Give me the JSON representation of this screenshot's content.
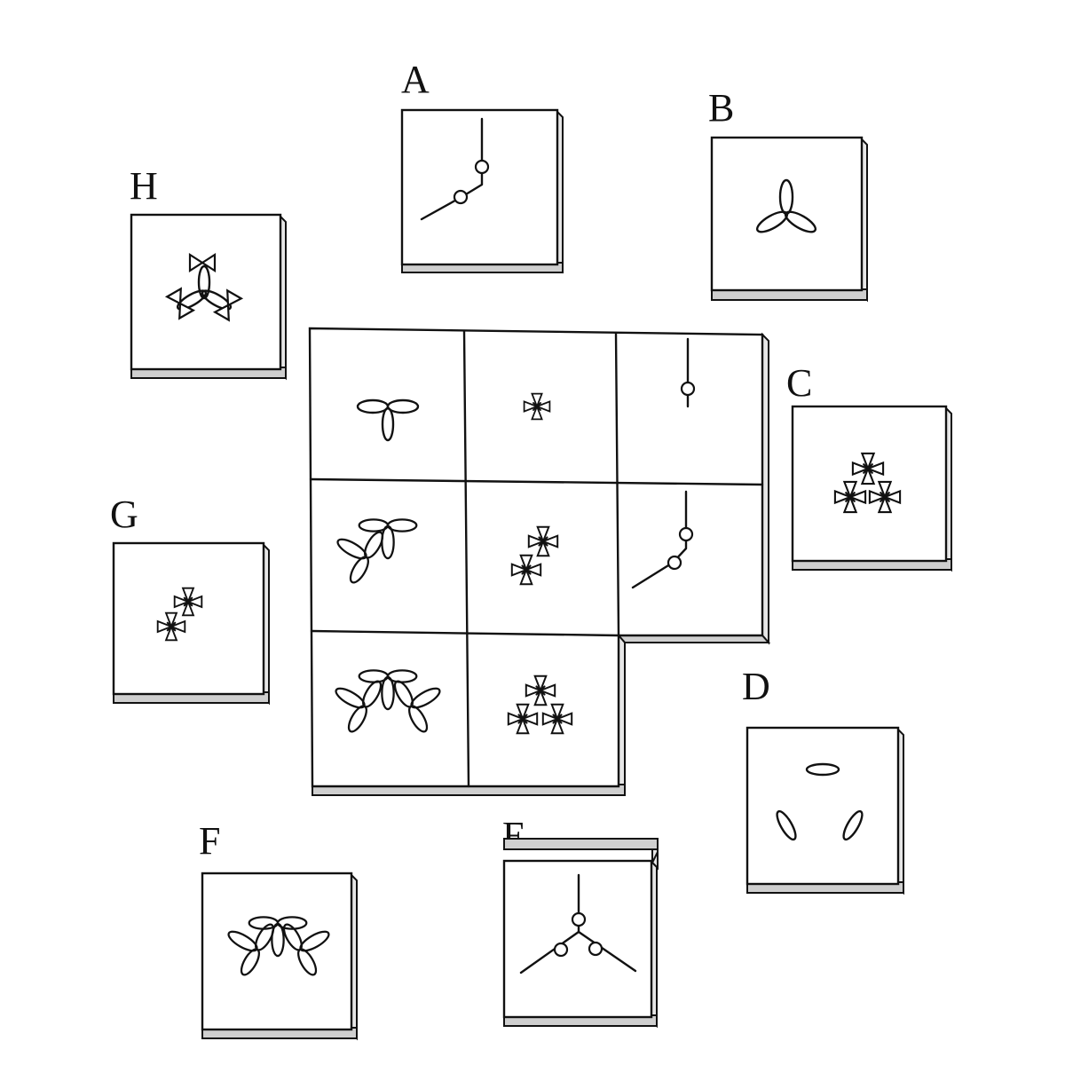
{
  "puzzle": {
    "options": [
      {
        "label": "A",
        "figure": "corner-rods-two-rings"
      },
      {
        "label": "B",
        "figure": "three-petal-trefoil"
      },
      {
        "label": "C",
        "figure": "pinwheel-triangle-cluster"
      },
      {
        "label": "D",
        "figure": "three-separate-ellipses"
      },
      {
        "label": "E",
        "figure": "three-rod-star-with-rings"
      },
      {
        "label": "F",
        "figure": "three-trefoil-cluster"
      },
      {
        "label": "G",
        "figure": "two-pinwheel-diagonal"
      },
      {
        "label": "H",
        "figure": "three-bowtie-spokes"
      }
    ],
    "grid": [
      [
        "t-trefoil",
        "single-pinwheel",
        "vertical-rod-one-ring"
      ],
      [
        "two-trefoils",
        "two-pinwheels",
        "corner-rods-two-rings"
      ],
      [
        "three-trefoils",
        "three-pinwheels",
        "missing"
      ]
    ]
  }
}
